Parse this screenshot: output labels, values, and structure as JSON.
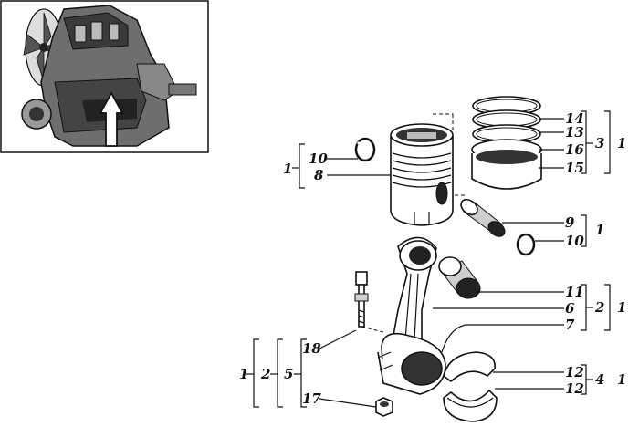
{
  "labels": {
    "l10a": "10",
    "l8": "8",
    "g1a": "1",
    "l14": "14",
    "l13": "13",
    "l16": "16",
    "l15": "15",
    "g3": "3",
    "g1b": "1",
    "l9": "9",
    "l10b": "10",
    "g1c": "1",
    "l11": "11",
    "l6": "6",
    "l7": "7",
    "g2": "2",
    "g1d": "1",
    "l12a": "12",
    "l12b": "12",
    "g4": "4",
    "g1e": "1",
    "l18": "18",
    "l17": "17",
    "g5": "5",
    "g2b": "2",
    "g1f": "1"
  },
  "colors": {
    "ink": "#111111",
    "paper": "#ffffff"
  },
  "icons": {
    "arrow": "up-arrow-icon"
  }
}
